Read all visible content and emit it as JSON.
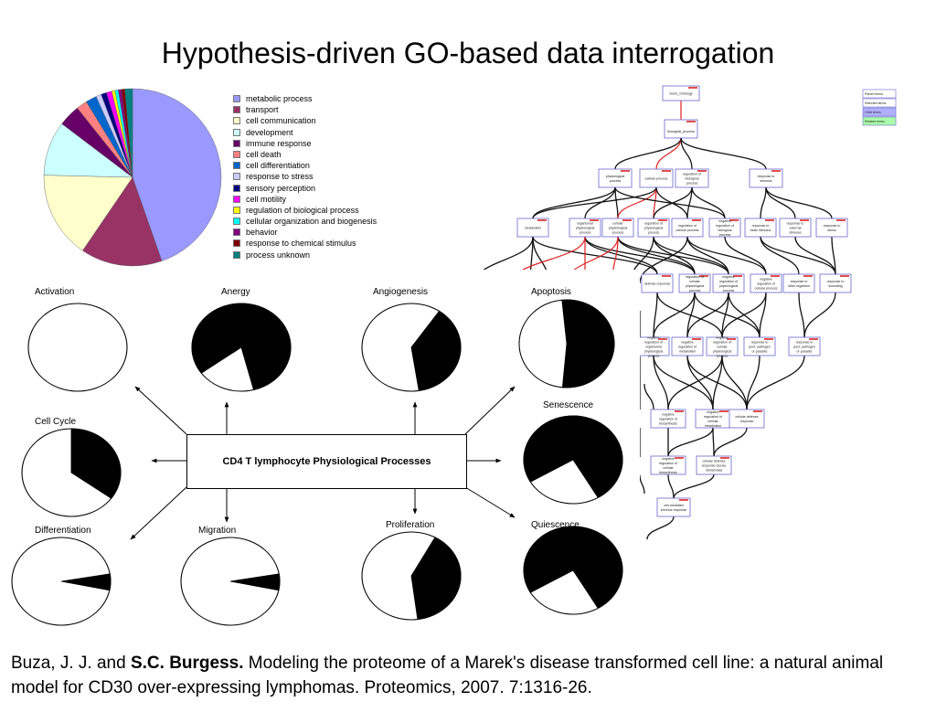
{
  "slide": {
    "title": "Hypothesis-driven GO-based data interrogation",
    "center_label": "CD4 T lymphocyte Physiological Processes"
  },
  "pie_legend": [
    {
      "label": "metabolic process",
      "color": "#9999ff",
      "value": 45
    },
    {
      "label": "transport",
      "color": "#993366",
      "value": 15
    },
    {
      "label": "cell communication",
      "color": "#ffffcc",
      "value": 16
    },
    {
      "label": "development",
      "color": "#ccffff",
      "value": 10
    },
    {
      "label": "immune response",
      "color": "#660066",
      "value": 4
    },
    {
      "label": "cell death",
      "color": "#ff8080",
      "value": 2
    },
    {
      "label": "cell differentiation",
      "color": "#0066cc",
      "value": 2
    },
    {
      "label": "response to stress",
      "color": "#ccccff",
      "value": 1
    },
    {
      "label": "sensory perception",
      "color": "#000080",
      "value": 1
    },
    {
      "label": "cell motility",
      "color": "#ff00ff",
      "value": 1
    },
    {
      "label": "regulation of biological process",
      "color": "#ffff00",
      "value": 0.6
    },
    {
      "label": "cellular organization and biogenesis",
      "color": "#00ffff",
      "value": 0.6
    },
    {
      "label": "behavior",
      "color": "#800080",
      "value": 0.6
    },
    {
      "label": "response to chemical stimulus",
      "color": "#800000",
      "value": 0.6
    },
    {
      "label": "process unknown",
      "color": "#008080",
      "value": 1.4
    }
  ],
  "processes": [
    {
      "label": "Activation",
      "fraction": 0.0
    },
    {
      "label": "Anergy",
      "fraction": 0.81
    },
    {
      "label": "Angiogenesis",
      "fraction": 0.38
    },
    {
      "label": "Apoptosis",
      "fraction": 0.53
    },
    {
      "label": "Cell Cycle",
      "fraction": 0.35
    },
    {
      "label": "Senescence",
      "fraction": 0.75
    },
    {
      "label": "Differentiation",
      "fraction": 0.06
    },
    {
      "label": "Migration",
      "fraction": 0.06
    },
    {
      "label": "Proliferation",
      "fraction": 0.4
    },
    {
      "label": "Quiescence",
      "fraction": 0.75
    }
  ],
  "go_tree": {
    "root": "Gene_Ontology",
    "level1": "biological_process",
    "level2": [
      "physiological process",
      "cellular process",
      "regulation of biological process",
      "response to stimulus"
    ],
    "level3": [
      "metabolism",
      "organismal physiological process",
      "cellular physiological process",
      "regulation of physiological process",
      "regulation of cellular process",
      "negative regulation of biological process",
      "response to biotic stimulus",
      "response to external stimulus",
      "response to stress"
    ],
    "level4": [
      "defense response",
      "regulation of cellular physiological process",
      "negative regulation of physiological process",
      "negative regulation of cellular process",
      "response to other organism",
      "response to wounding"
    ],
    "level5": [
      "negative regulation of organismal physiological process",
      "negative regulation of metabolism",
      "negative regulation of cellular physiological process",
      "response to pest, pathogen or parasite"
    ],
    "level6": [
      "negative regulation of biosynthesis",
      "negative regulation of cellular metabolism",
      "cellular defense response"
    ],
    "level7": [
      "negative regulation of cellular biosynthesis",
      "cellular defense response (sensu Vertebrata)"
    ],
    "level8": [
      "cell-mediated immune response"
    ],
    "legend": [
      "Parent terms",
      "Selected terms",
      "Child terms",
      "Related terms"
    ]
  },
  "citation": {
    "author_plain": "Buza, J. J. and ",
    "author_bold": "S.C. Burgess.",
    "text": " Modeling the proteome of a Marek's disease transformed cell line: a natural animal model for CD30 over-expressing lymphomas. Proteomics, 2007. 7:1316-26."
  }
}
